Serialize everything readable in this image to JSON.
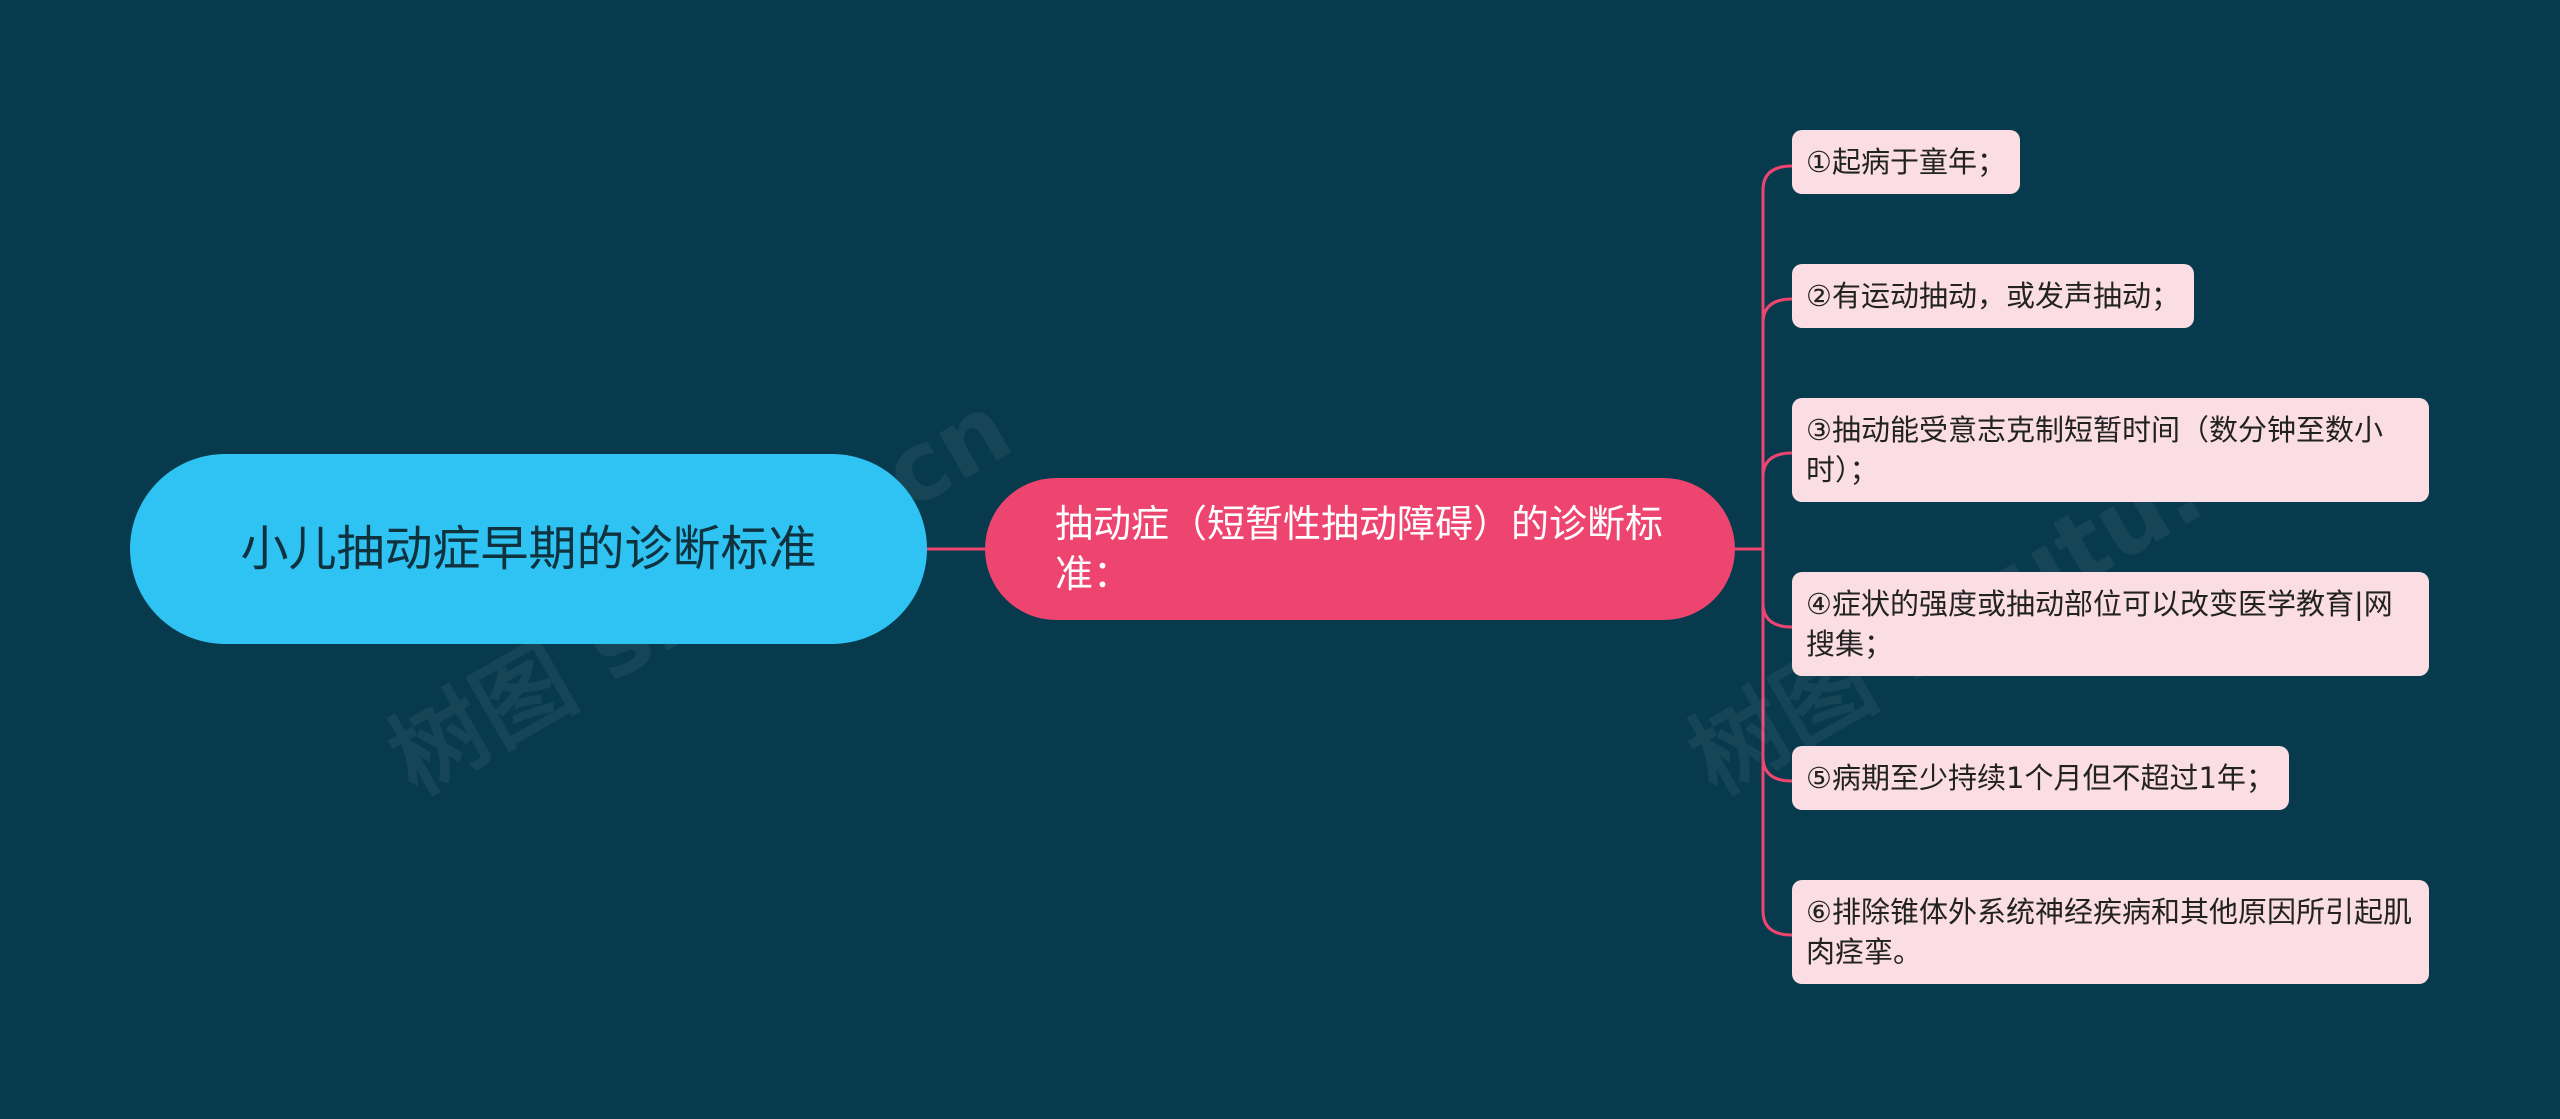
{
  "watermark": "树图 shutu.cn",
  "colors": {
    "background": "#073a4d",
    "root": "#2ec3f2",
    "main": "#ee4570",
    "leaf": "#fbdde4",
    "connector": "#ee4570"
  },
  "root": {
    "label": "小儿抽动症早期的诊断标准"
  },
  "main": {
    "label": "抽动症（短暂性抽动障碍）的诊断标准："
  },
  "leaves": [
    {
      "label": "①起病于童年；"
    },
    {
      "label": "②有运动抽动，或发声抽动；"
    },
    {
      "label": "③抽动能受意志克制短暂时间（数分钟至数小时）；"
    },
    {
      "label": "④症状的强度或抽动部位可以改变医学教育|网搜集；"
    },
    {
      "label": "⑤病期至少持续1个月但不超过1年；"
    },
    {
      "label": "⑥排除锥体外系统神经疾病和其他原因所引起肌肉痉挛。"
    }
  ]
}
